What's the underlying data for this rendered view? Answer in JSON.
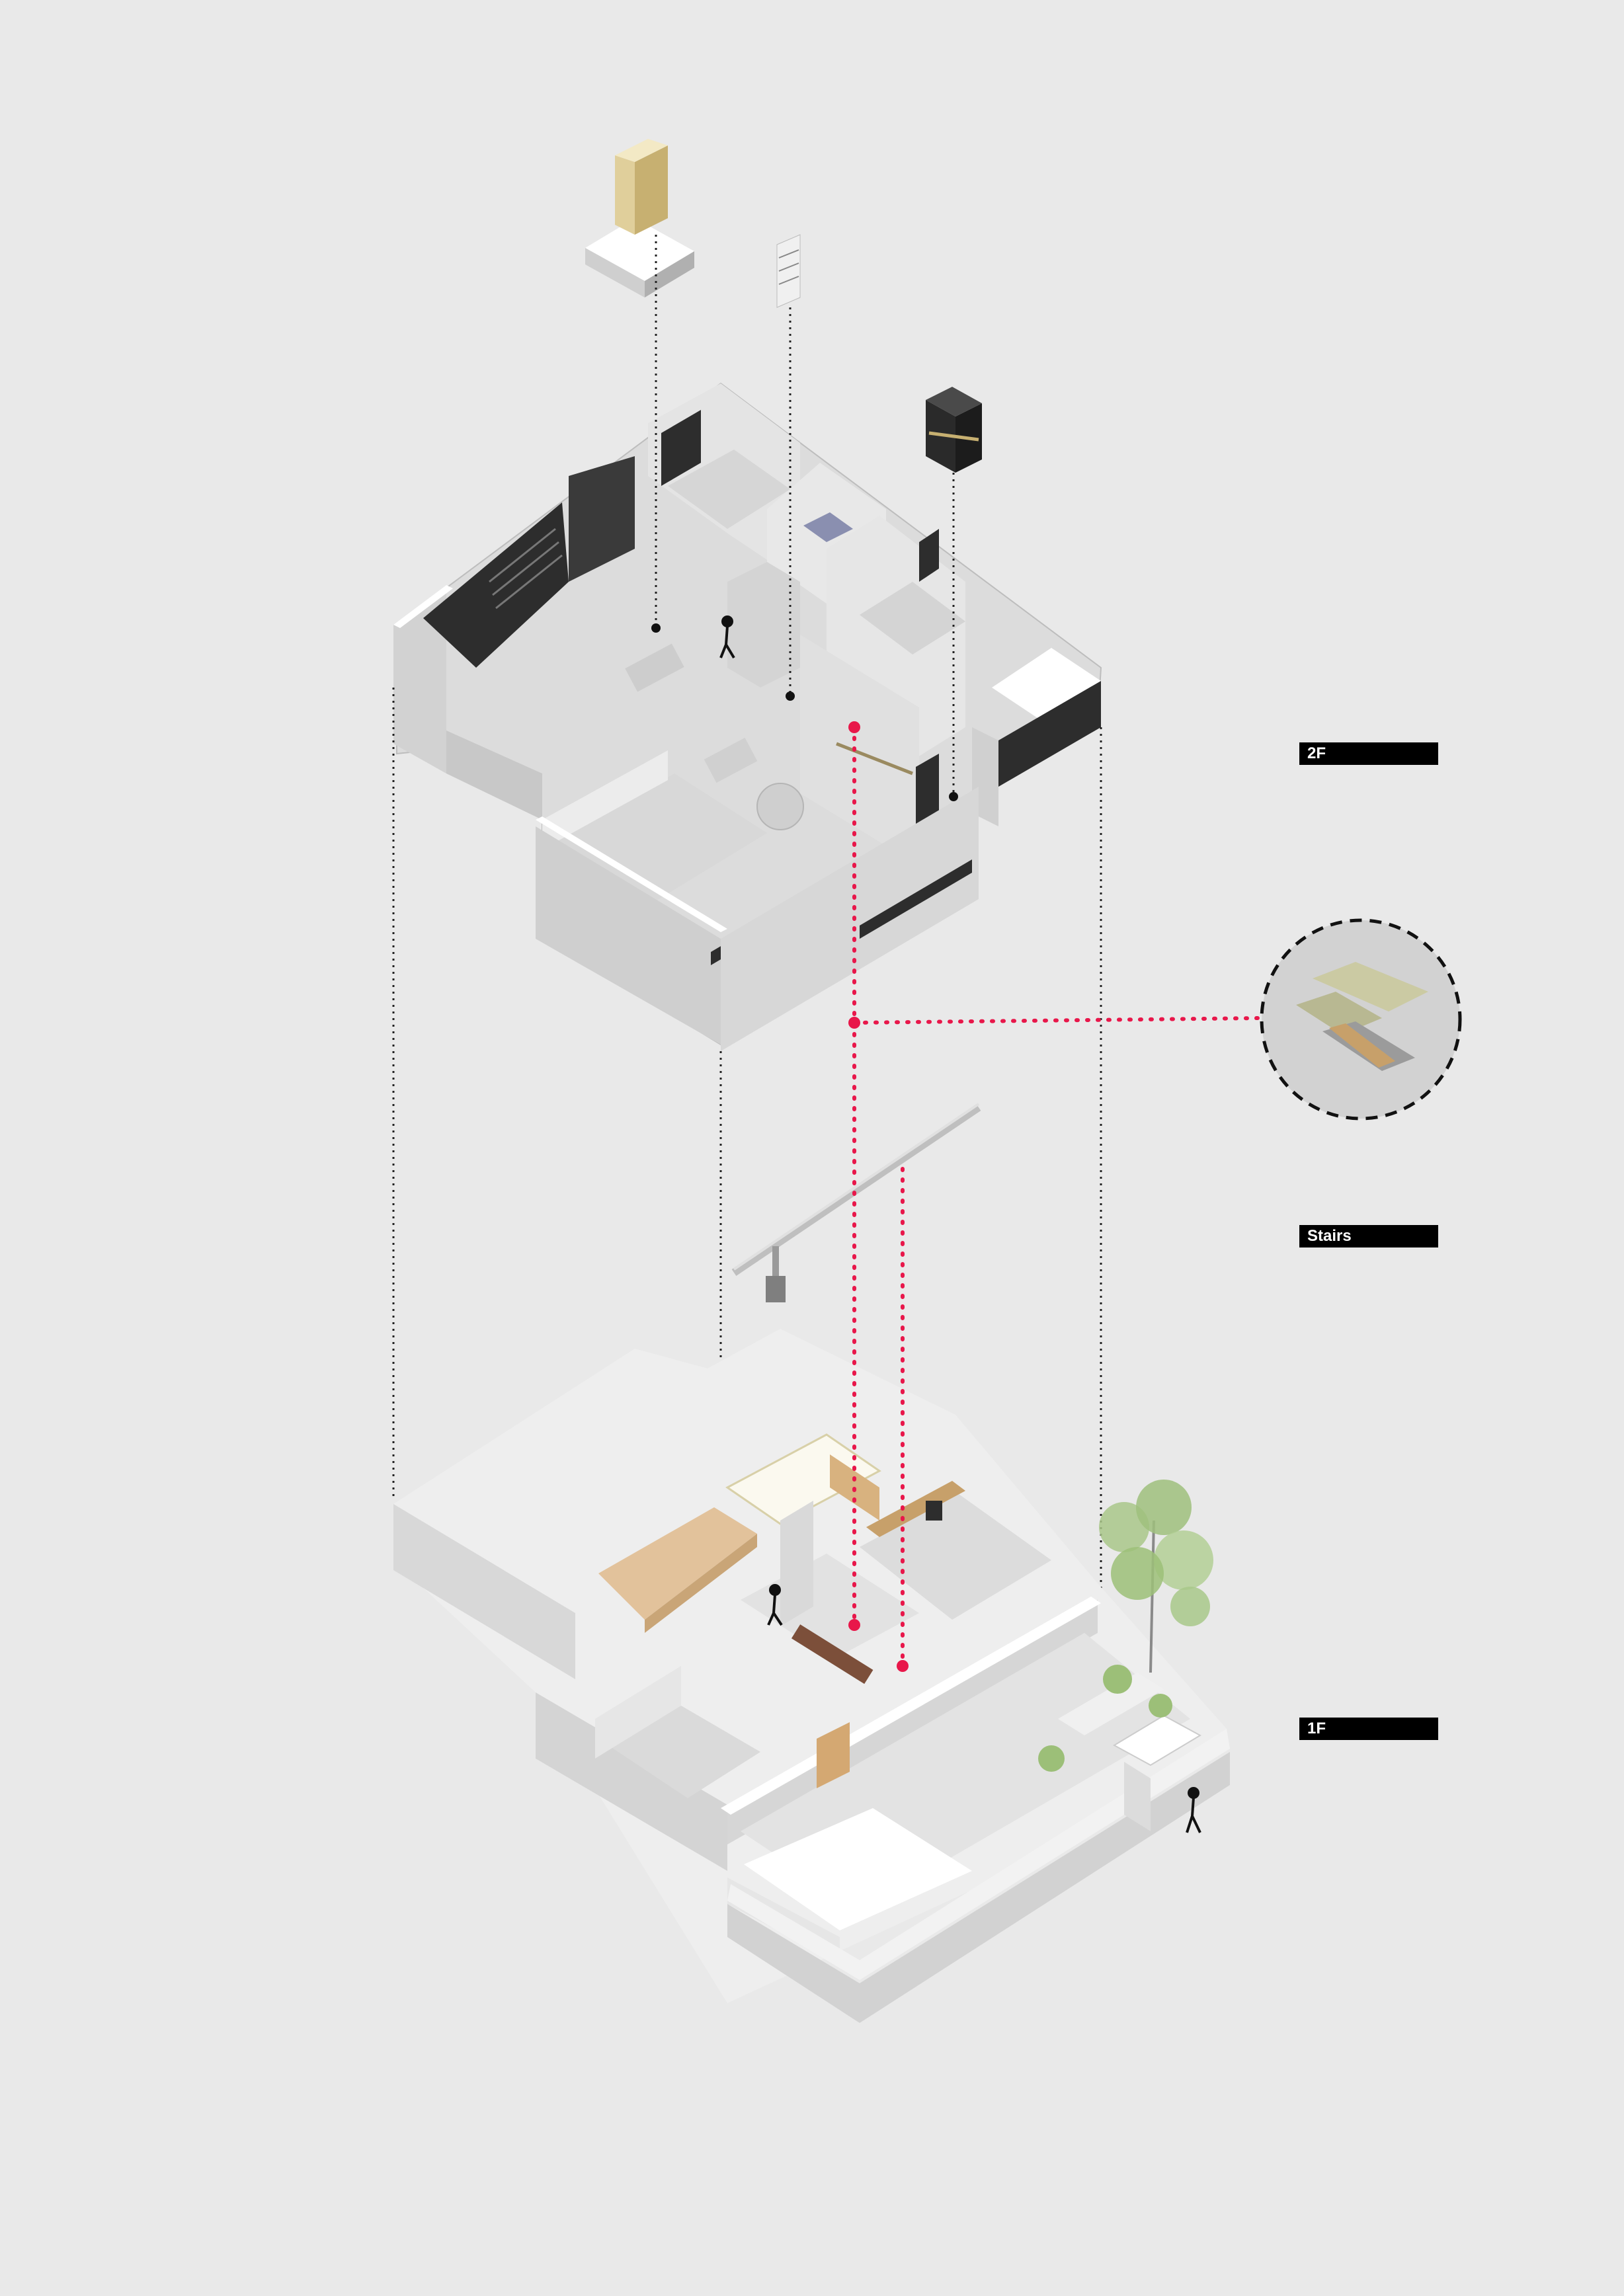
{
  "labels": {
    "second_floor": "2F",
    "stairs": "Stairs",
    "first_floor": "1F"
  },
  "colors": {
    "background": "#e9e9e9",
    "wall_top": "#ffffff",
    "wall_side_light": "#d9d9d9",
    "wall_side_dark": "#c4c4c4",
    "floor": "#dcdcdc",
    "window_dark": "#2d2d2d",
    "wood": "#e2c29b",
    "accent_path": "#e8174a",
    "leader_line": "#222222",
    "label_bg": "#000000",
    "label_text": "#ffffff",
    "tree": "#9fbf7c"
  },
  "icons": {
    "walking_person": "person-walking-icon",
    "stair_detail": "stair-detail-callout",
    "tree": "tree-icon"
  }
}
